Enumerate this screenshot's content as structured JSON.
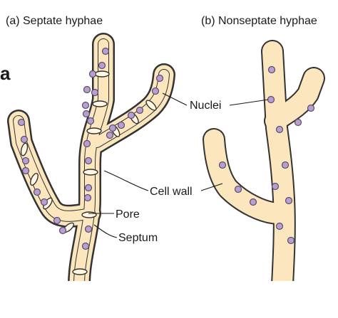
{
  "panels": {
    "septate": {
      "label": "(a)  Septate hyphae"
    },
    "nonseptate": {
      "label": "(b)  Nonseptate hyphae"
    }
  },
  "callouts": {
    "nuclei": "Nuclei",
    "cell_wall": "Cell wall",
    "pore": "Pore",
    "septum": "Septum"
  },
  "edge_fragment": "a",
  "colors": {
    "cytoplasm": "#fbe6bd",
    "wall": "#333333",
    "nucleus_fill": "#b79fcf",
    "nucleus_stroke": "#5a4a6e",
    "septum_fill": "#fff6e4"
  }
}
